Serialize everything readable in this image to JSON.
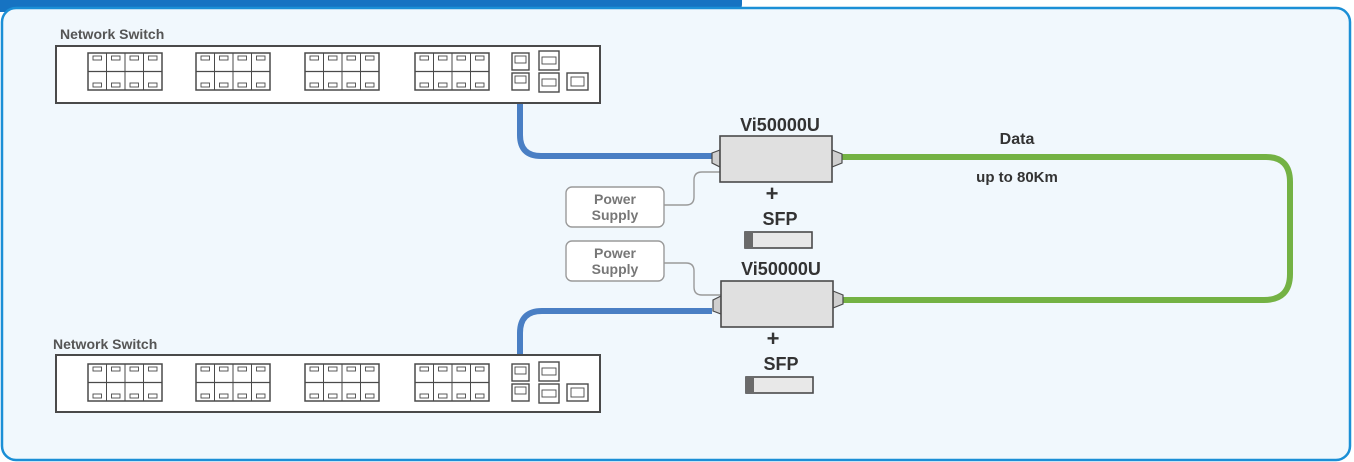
{
  "switches": [
    {
      "label": "Network Switch"
    },
    {
      "label": "Network Switch"
    }
  ],
  "converters": [
    {
      "model": "Vi50000U",
      "plus": "+",
      "module": "SFP"
    },
    {
      "model": "Vi50000U",
      "plus": "+",
      "module": "SFP"
    }
  ],
  "power_supplies": [
    {
      "line1": "Power",
      "line2": "Supply"
    },
    {
      "line1": "Power",
      "line2": "Supply"
    }
  ],
  "link": {
    "title": "Data",
    "distance": "up to 80Km"
  },
  "colors": {
    "panel_border": "#1b8fd6",
    "panel_bg": "#f1f8fd",
    "header_tab": "#1673c2",
    "copper_cable": "#4a7fc4",
    "fiber_cable": "#74b244",
    "device_fill": "#e0e0e0",
    "device_stroke": "#4a4a4a",
    "psu_stroke": "#9a9a9a"
  }
}
